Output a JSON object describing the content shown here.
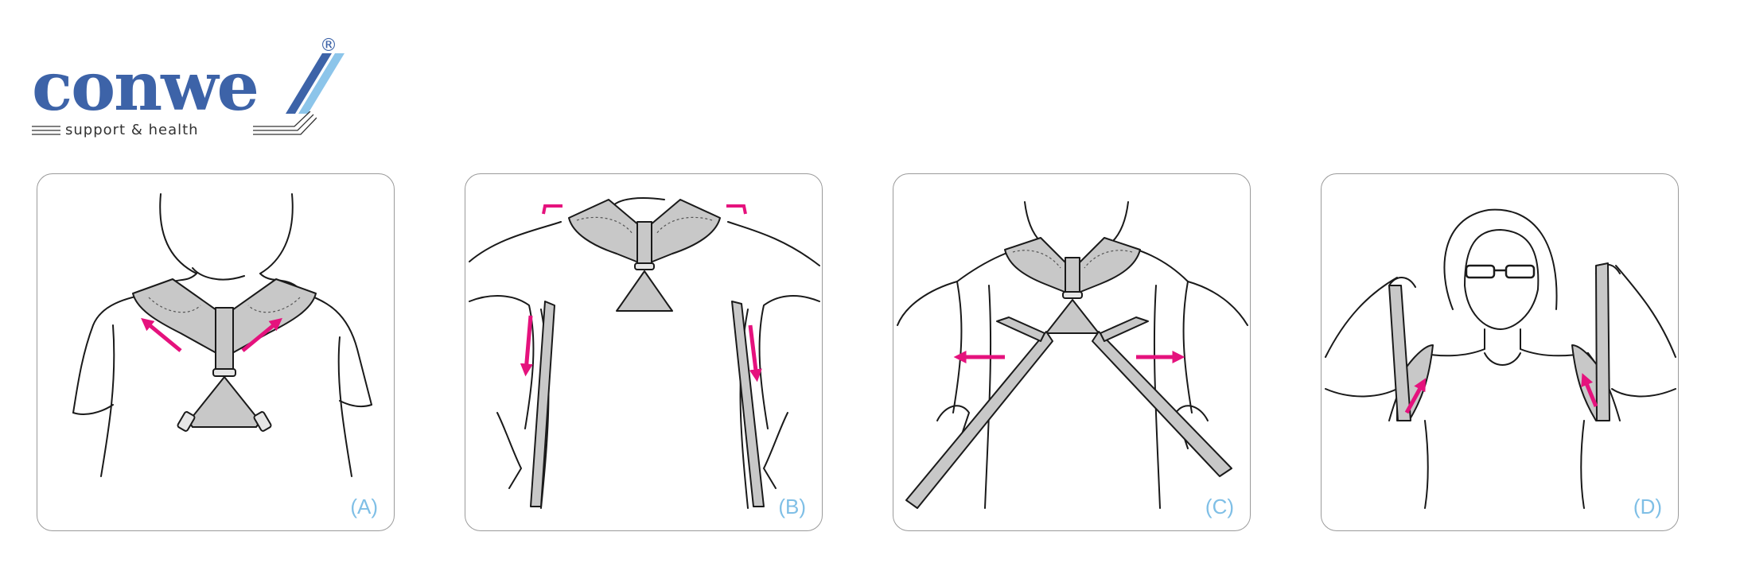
{
  "brand": {
    "name": "conwe",
    "registered_mark": "®",
    "tagline": "support & health",
    "colors": {
      "primary": "#3d63a8",
      "secondary": "#8cc5ea"
    }
  },
  "colors": {
    "arrow": "#e5127d",
    "strap": "#c8c8c8",
    "outline": "#1a1a1a",
    "label": "#7fbfe6"
  },
  "steps": [
    {
      "label": "(A)",
      "icon": "brace-on-back-illustration"
    },
    {
      "label": "(B)",
      "icon": "pull-straps-down-illustration"
    },
    {
      "label": "(C)",
      "icon": "cross-straps-illustration"
    },
    {
      "label": "(D)",
      "icon": "lift-straps-over-shoulders-illustration"
    }
  ]
}
